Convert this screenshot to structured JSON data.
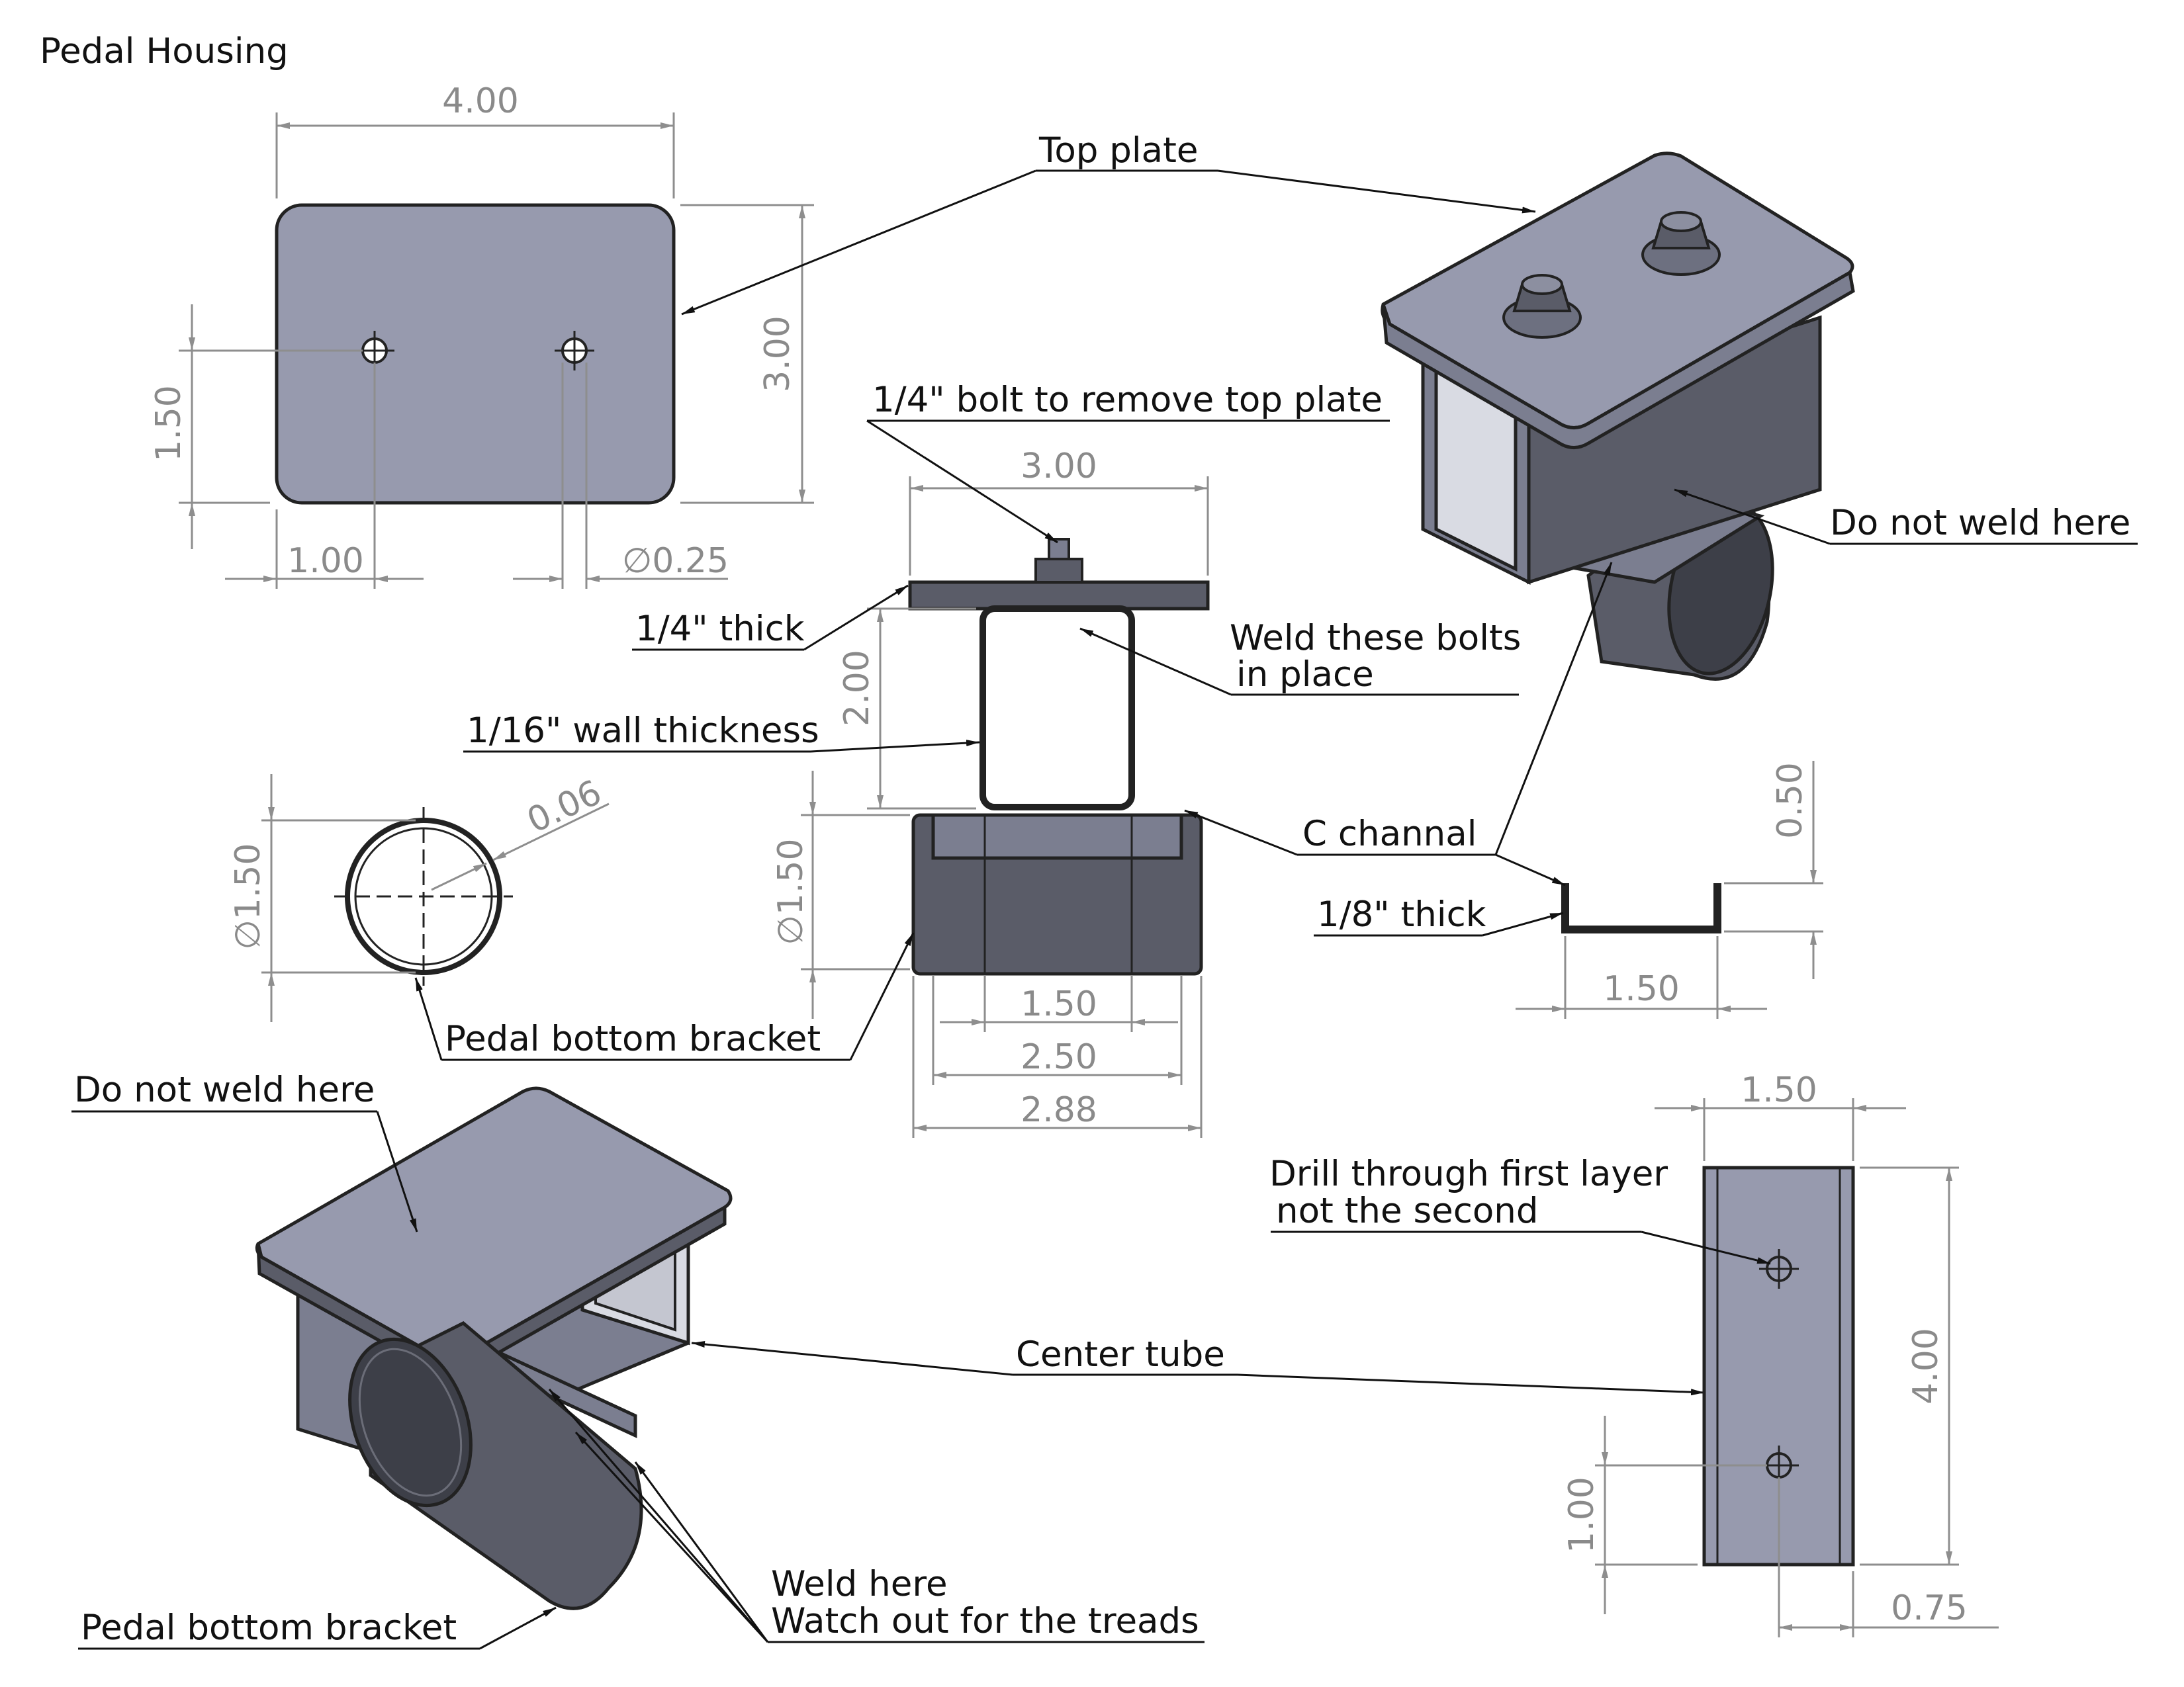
{
  "title": "Pedal Housing",
  "callouts": {
    "top_plate": "Top plate",
    "bolt_remove": "1/4\" bolt to remove top plate",
    "do_not_weld_right": "Do not weld here",
    "quarter_thick": "1/4\" thick",
    "weld_bolts_line1": "Weld these bolts",
    "weld_bolts_line2": "in place",
    "wall_thickness": "1/16\" wall thickness",
    "c_channal": "C channal",
    "eighth_thick": "1/8\" thick",
    "pedal_bracket_mid": "Pedal bottom bracket",
    "do_not_weld_left": "Do not weld here",
    "drill_line1": "Drill through first layer",
    "drill_line2": "not the second",
    "center_tube": "Center tube",
    "weld_here": "Weld here",
    "treads": "Watch out for the treads",
    "pedal_bracket_bottom": "Pedal bottom bracket"
  },
  "dimensions": {
    "plate_width": "4.00",
    "plate_height": "3.00",
    "hole_height": "1.50",
    "hole_offset": "1.00",
    "hole_diameter": "0.25",
    "front_plate_width": "3.00",
    "tube_height": "2.00",
    "bracket_diameter": "1.50",
    "base_inner": "1.50",
    "base_mid": "2.50",
    "base_outer": "2.88",
    "circle_diameter": "1.50",
    "circle_wall": "0.06",
    "channel_height": "0.50",
    "channel_width": "1.50",
    "center_tube_width": "1.50",
    "center_tube_length": "4.00",
    "center_hole_offset": "1.00",
    "center_hole_x": "0.75"
  },
  "symbols": {
    "diameter": "∅"
  },
  "colors": {
    "part_face": "#979aae",
    "part_dark": "#5a5c68",
    "dimension": "#8a8a8a",
    "text": "#111111"
  }
}
